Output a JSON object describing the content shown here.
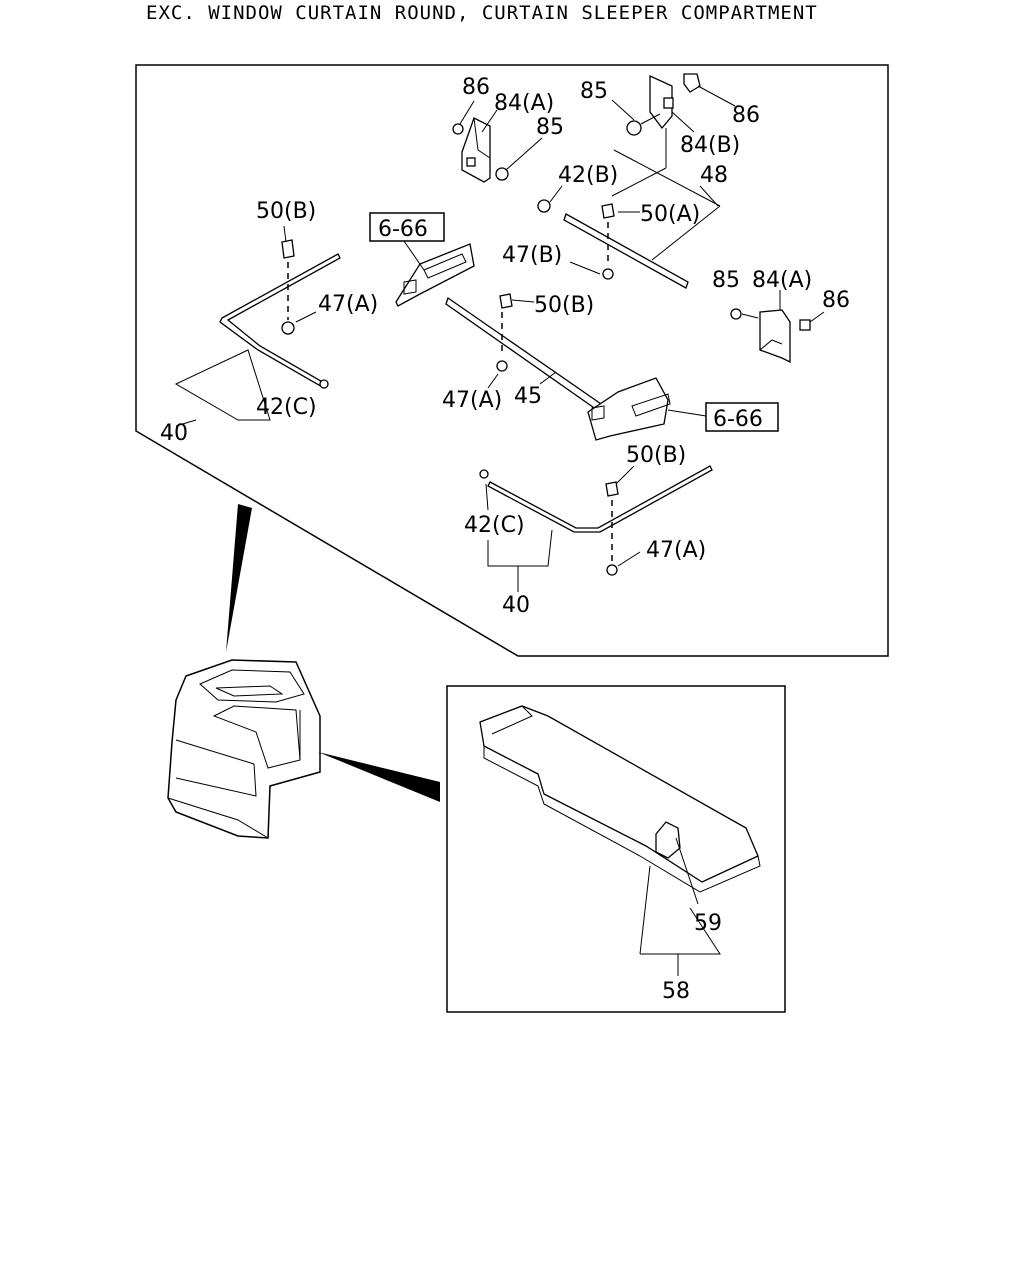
{
  "header": {
    "title": "EXC. WINDOW CURTAIN ROUND, CURTAIN SLEEPER COMPARTMENT"
  },
  "refs": {
    "ref_a": "6-66",
    "ref_b": "6-66"
  },
  "labels": {
    "p86_a": "86",
    "p84A_a": "84(A)",
    "p85_a": "85",
    "p85_b": "85",
    "p86_b": "86",
    "p84B": "84(B)",
    "p42B": "42(B)",
    "p48": "48",
    "p50A": "50(A)",
    "p47B": "47(B)",
    "p85_c": "85",
    "p84A_b": "84(A)",
    "p86_c": "86",
    "p50B_a": "50(B)",
    "p47A_a": "47(A)",
    "p42C_a": "42(C)",
    "p40_a": "40",
    "p50B_b": "50(B)",
    "p47A_b": "47(A)",
    "p45": "45",
    "p50B_c": "50(B)",
    "p42C_b": "42(C)",
    "p47A_c": "47(A)",
    "p40_b": "40",
    "p59": "59",
    "p58": "58"
  }
}
